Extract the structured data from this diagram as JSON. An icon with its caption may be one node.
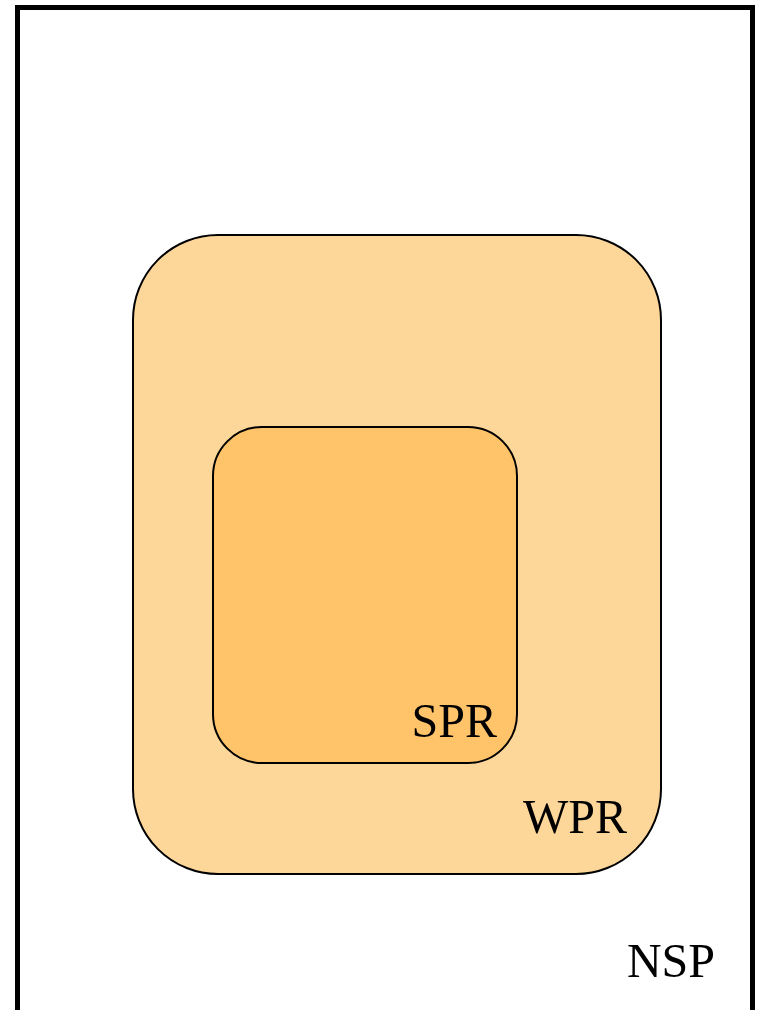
{
  "diagram": {
    "nodes": [
      {
        "text": [
          "NSP"
        ]
      },
      {
        "text": [
          "WPR"
        ],
        "in": 0
      },
      {
        "text": [
          "SPR"
        ],
        "in": 1
      }
    ]
  }
}
